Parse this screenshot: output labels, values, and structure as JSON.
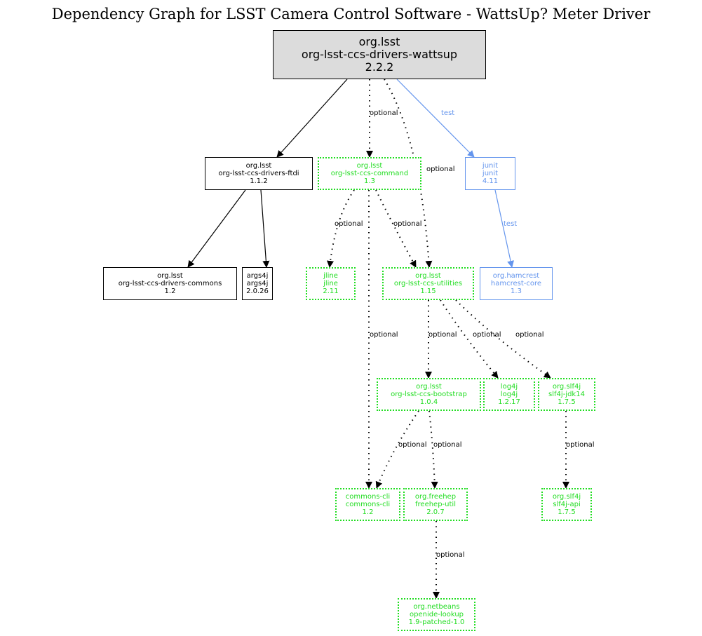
{
  "title": "Dependency Graph for LSST Camera Control Software - WattsUp? Meter Driver",
  "colors": {
    "compile": "#000000",
    "optional": "#22dd22",
    "test": "#6495ed",
    "root_fill": "#dcdcdc"
  },
  "nodes": [
    {
      "id": "root",
      "group": "org.lsst",
      "artifact": "org-lsst-ccs-drivers-wattsup",
      "version": "2.2.2",
      "scope": "root"
    },
    {
      "id": "ftdi",
      "group": "org.lsst",
      "artifact": "org-lsst-ccs-drivers-ftdi",
      "version": "1.1.2",
      "scope": "compile"
    },
    {
      "id": "command",
      "group": "org.lsst",
      "artifact": "org-lsst-ccs-command",
      "version": "1.3",
      "scope": "optional"
    },
    {
      "id": "junit",
      "group": "junit",
      "artifact": "junit",
      "version": "4.11",
      "scope": "test"
    },
    {
      "id": "commons",
      "group": "org.lsst",
      "artifact": "org-lsst-ccs-drivers-commons",
      "version": "1.2",
      "scope": "compile"
    },
    {
      "id": "args4j",
      "group": "args4j",
      "artifact": "args4j",
      "version": "2.0.26",
      "scope": "compile"
    },
    {
      "id": "jline",
      "group": "jline",
      "artifact": "jline",
      "version": "2.11",
      "scope": "optional"
    },
    {
      "id": "utilities",
      "group": "org.lsst",
      "artifact": "org-lsst-ccs-utilities",
      "version": "1.15",
      "scope": "optional"
    },
    {
      "id": "hamcrest",
      "group": "org.hamcrest",
      "artifact": "hamcrest-core",
      "version": "1.3",
      "scope": "test"
    },
    {
      "id": "bootstrap",
      "group": "org.lsst",
      "artifact": "org-lsst-ccs-bootstrap",
      "version": "1.0.4",
      "scope": "optional"
    },
    {
      "id": "log4j",
      "group": "log4j",
      "artifact": "log4j",
      "version": "1.2.17",
      "scope": "optional"
    },
    {
      "id": "slf4jjdk14",
      "group": "org.slf4j",
      "artifact": "slf4j-jdk14",
      "version": "1.7.5",
      "scope": "optional"
    },
    {
      "id": "commonscli",
      "group": "commons-cli",
      "artifact": "commons-cli",
      "version": "1.2",
      "scope": "optional"
    },
    {
      "id": "freehep",
      "group": "org.freehep",
      "artifact": "freehep-util",
      "version": "2.0.7",
      "scope": "optional"
    },
    {
      "id": "slf4japi",
      "group": "org.slf4j",
      "artifact": "slf4j-api",
      "version": "1.7.5",
      "scope": "optional"
    },
    {
      "id": "netbeans",
      "group": "org.netbeans",
      "artifact": "openide-lookup",
      "version": "1.9-patched-1.0",
      "scope": "optional"
    }
  ],
  "edges": [
    {
      "from": "root",
      "to": "ftdi",
      "scope": "compile",
      "label": ""
    },
    {
      "from": "root",
      "to": "command",
      "scope": "optional",
      "label": "optional"
    },
    {
      "from": "root",
      "to": "utilities",
      "scope": "optional",
      "label": "optional"
    },
    {
      "from": "root",
      "to": "junit",
      "scope": "test",
      "label": "test"
    },
    {
      "from": "ftdi",
      "to": "commons",
      "scope": "compile",
      "label": ""
    },
    {
      "from": "ftdi",
      "to": "args4j",
      "scope": "compile",
      "label": ""
    },
    {
      "from": "command",
      "to": "jline",
      "scope": "optional",
      "label": "optional"
    },
    {
      "from": "command",
      "to": "utilities",
      "scope": "optional",
      "label": "optional"
    },
    {
      "from": "command",
      "to": "commonscli",
      "scope": "optional",
      "label": "optional"
    },
    {
      "from": "junit",
      "to": "hamcrest",
      "scope": "test",
      "label": "test"
    },
    {
      "from": "utilities",
      "to": "bootstrap",
      "scope": "optional",
      "label": "optional"
    },
    {
      "from": "utilities",
      "to": "log4j",
      "scope": "optional",
      "label": "optional"
    },
    {
      "from": "utilities",
      "to": "slf4jjdk14",
      "scope": "optional",
      "label": "optional"
    },
    {
      "from": "bootstrap",
      "to": "commonscli",
      "scope": "optional",
      "label": "optional"
    },
    {
      "from": "bootstrap",
      "to": "freehep",
      "scope": "optional",
      "label": "optional"
    },
    {
      "from": "slf4jjdk14",
      "to": "slf4japi",
      "scope": "optional",
      "label": "optional"
    },
    {
      "from": "freehep",
      "to": "netbeans",
      "scope": "optional",
      "label": "optional"
    }
  ]
}
